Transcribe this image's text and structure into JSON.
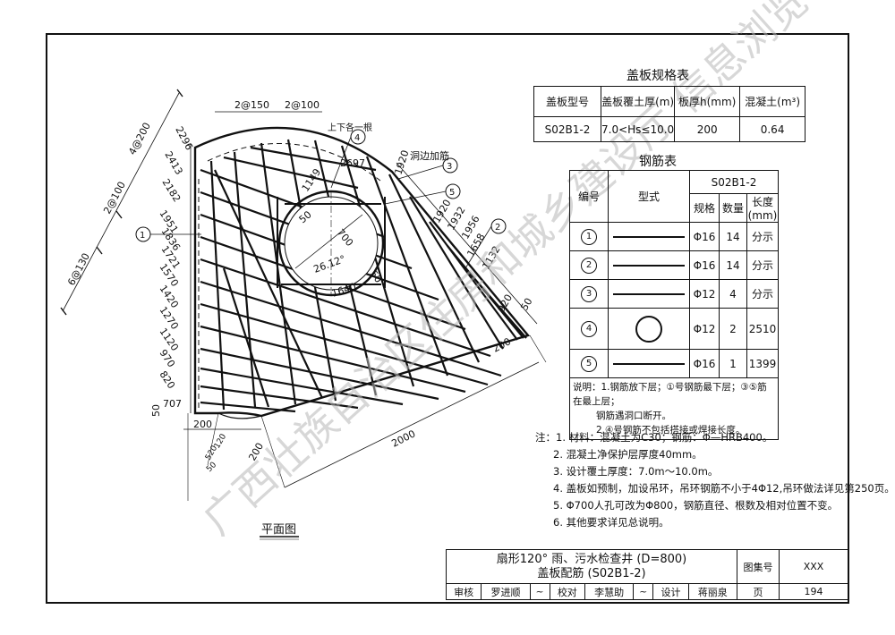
{
  "spec_table": {
    "title": "盖板规格表",
    "headers": [
      "盖板型号",
      "盖板覆土厚(m)",
      "板厚h(mm)",
      "混凝土(m³)"
    ],
    "row": [
      "S02B1-2",
      "7.0<Hs≤10.0",
      "200",
      "0.64"
    ]
  },
  "rebar_table": {
    "title": "钢筋表",
    "model": "S02B1-2",
    "headers": {
      "num": "编号",
      "shape": "型式",
      "spec": "规格",
      "qty": "数量",
      "len": "长度(mm)"
    },
    "rows": [
      {
        "num": "1",
        "shape": "line",
        "spec": "Φ16",
        "qty": "14",
        "len": "分示"
      },
      {
        "num": "2",
        "shape": "line",
        "spec": "Φ16",
        "qty": "14",
        "len": "分示"
      },
      {
        "num": "3",
        "shape": "line",
        "spec": "Φ12",
        "qty": "4",
        "len": "分示"
      },
      {
        "num": "4",
        "shape": "ring",
        "spec": "Φ12",
        "qty": "2",
        "len": "2510"
      },
      {
        "num": "5",
        "shape": "line",
        "spec": "Φ16",
        "qty": "1",
        "len": "1399"
      }
    ],
    "remark_1": "说明：1.钢筋放下层；①号钢筋最下层；③⑤筋在最上层；",
    "remark_1b": "钢筋遇洞口断开。",
    "remark_2": "2.④号钢筋不包括搭接或焊接长度。"
  },
  "notes": {
    "lines": [
      "注：1. 材料：混凝土为C30；钢筋：Φ—HRB400。",
      "2. 混凝土净保护层厚度40mm。",
      "3. 设计覆土厚度：7.0m～10.0m。",
      "4. 盖板如预制，加设吊环，吊环钢筋不小于4Φ12,吊环做法详见第250页。",
      "5. Φ700人孔可改为Φ800，钢筋直径、根数及相对位置不变。",
      "6. 其他要求详见总说明。"
    ]
  },
  "drawing": {
    "plan_label": "平面图",
    "left_dims": [
      "2296",
      "2413",
      "2182",
      "1951",
      "1836",
      "1721",
      "1570",
      "1420",
      "1270",
      "1120",
      "970",
      "820"
    ],
    "left_spacing": [
      "4@200",
      "2@100",
      "6@130"
    ],
    "top_spacing": [
      "2@150",
      "2@100"
    ],
    "right_dims": [
      "1920",
      "1932",
      "1956",
      "1658",
      "1132"
    ],
    "hole_dims": [
      "1149",
      "700",
      "50",
      "26.12°",
      "50",
      "1640"
    ],
    "misc": {
      "top_each": "上下各一根",
      "hole_reinf": "洞边加筋",
      "d2697": "2697",
      "d1920": "1920",
      "d200_right": "200",
      "d2000": "2000",
      "d200_low": "200",
      "d200_left": "200",
      "d50_left": "50",
      "d707": "707",
      "d520": "520",
      "d120": "120",
      "d50_bottom": "50",
      "d920": "920",
      "d50_right": "50"
    },
    "callouts": [
      "1",
      "2",
      "3",
      "4",
      "5"
    ]
  },
  "title_block": {
    "title_line1": "扇形120° 雨、污水检查井 (D=800)",
    "title_line2": "盖板配筋 (S02B1-2)",
    "atlas_label": "图集号",
    "atlas_value": "XXX",
    "review_label": "审核",
    "review_name": "罗进顺",
    "check_label": "校对",
    "check_name": "李慧助",
    "design_label": "设计",
    "design_name": "蒋丽泉",
    "page_label": "页",
    "page_value": "194"
  },
  "watermark": "广西壮族自治区住房和城乡建设厅 信息浏览专用"
}
